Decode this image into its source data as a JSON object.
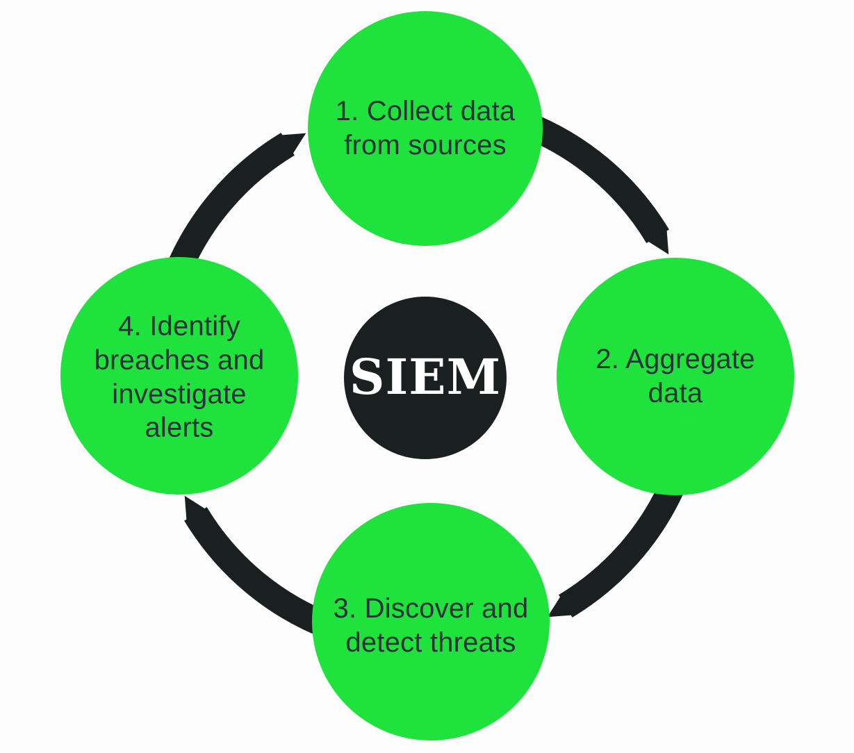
{
  "diagram": {
    "center_label": "SIEM",
    "flow_direction": "clockwise",
    "steps": [
      {
        "order": 1,
        "position": "top",
        "label": "1. Collect data from sources"
      },
      {
        "order": 2,
        "position": "right",
        "label": "2. Aggregate data"
      },
      {
        "order": 3,
        "position": "bottom",
        "label": "3. Discover and detect threats"
      },
      {
        "order": 4,
        "position": "left",
        "label": "4. Identify breaches and investigate alerts"
      }
    ],
    "colors": {
      "step_circle": "#1FE23C",
      "arc": "#1A2020",
      "center_circle": "#1A2020",
      "step_text": "#27323A",
      "center_text": "#FFFFFF",
      "background": "#FDFDFD"
    }
  }
}
